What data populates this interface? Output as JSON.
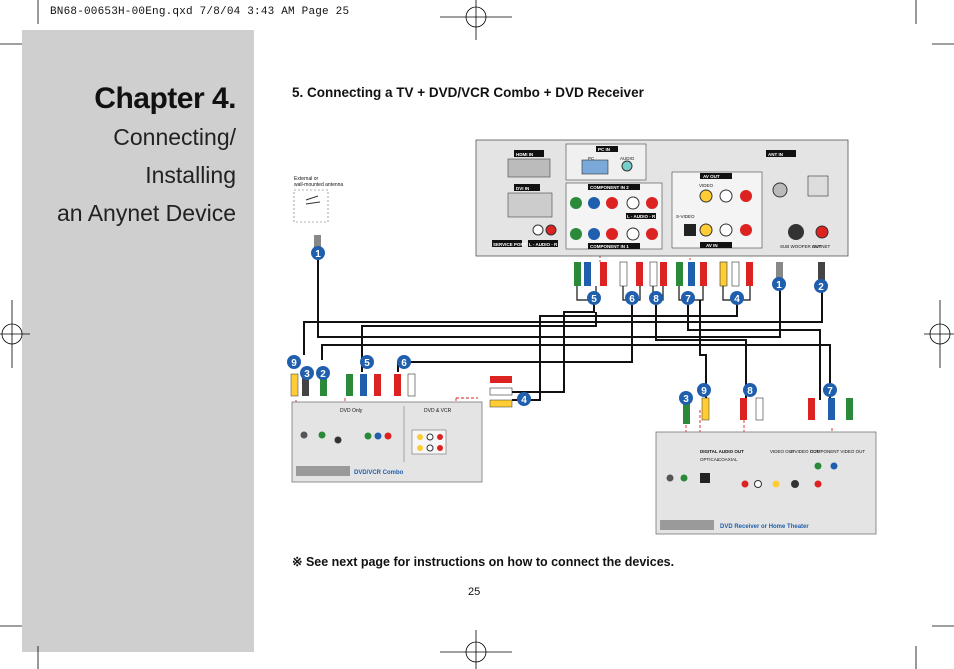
{
  "header": {
    "file_line": "BN68-00653H-00Eng.qxd   7/8/04  3:43 AM   Page 25"
  },
  "sidebar": {
    "chapter_title": "Chapter 4.",
    "subtitle_lines": [
      "Connecting/",
      "Installing",
      "an Anynet Device"
    ]
  },
  "section_title": "5. Connecting a TV + DVD/VCR Combo + DVD Receiver",
  "diagram": {
    "antenna_label_1": "External or",
    "antenna_label_2": "wall-mounted antenna",
    "tv_panel": {
      "hdmi_in": "HDMI IN",
      "dvi_in": "DVI IN",
      "service_port": "SERVICE PORT",
      "l_audio_r_small": "L - AUDIO - R",
      "pc_in": "PC IN",
      "pc": "PC",
      "audio": "AUDIO",
      "component_in_2": "COMPONENT IN 2",
      "component_in_1": "COMPONENT IN 1",
      "l_audio_r": "L - AUDIO - R",
      "av_out": "AV OUT",
      "video": "VIDEO",
      "av_in": "AV IN",
      "s_video": "S-VIDEO",
      "ant_in": "ANT IN",
      "sub_woofer_out": "SUB WOOFER OUT",
      "anynet": "ANYNET"
    },
    "combo_panel": {
      "dvd_only": "DVD Only",
      "dvd_vcr": "DVD & VCR",
      "device_label": "DVD/VCR Combo"
    },
    "receiver_panel": {
      "digital_audio_out": "DIGITAL AUDIO OUT",
      "optical": "OPTICAL",
      "coaxial": "COAXIAL",
      "video_out": "VIDEO OUT",
      "s_video_out": "S-VIDEO OUT",
      "component_video_out": "COMPONENT VIDEO OUT",
      "device_label": "DVD Receiver or Home Theater"
    },
    "callouts": [
      "1",
      "2",
      "3",
      "4",
      "5",
      "6",
      "7",
      "8",
      "9"
    ]
  },
  "footnote": "※ See next page for instructions on how to connect the devices.",
  "page_number": "25",
  "colors": {
    "sidebar_bg": "#cfcfcf",
    "callout_blue": "#1f5fae",
    "dashed_red": "#d42020",
    "panel_bg": "#e4e4e4"
  }
}
